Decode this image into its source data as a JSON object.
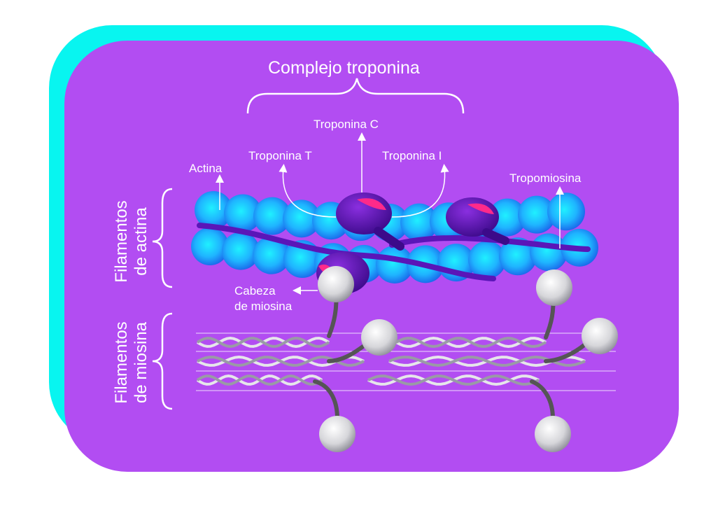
{
  "title": "Complejo troponina",
  "labels": {
    "troponina_c": "Troponina C",
    "troponina_t": "Troponina T",
    "troponina_i": "Troponina I",
    "actina": "Actina",
    "tropomiosina": "Tropomiosina",
    "cabeza_line1": "Cabeza",
    "cabeza_line2": "de miosina"
  },
  "side_labels": {
    "actin_line1": "Filamentos",
    "actin_line2": "de actina",
    "myosin_line1": "Filamentos",
    "myosin_line2": "de miosina"
  },
  "colors": {
    "panel": "#b24df2",
    "panel_shadow": "#08f5f0",
    "actin_bead": "#1fa8ff",
    "actin_bead_center": "#1ff0ff",
    "tropomyosin": "#5a16b8",
    "troponin": "#6a1fc8",
    "troponin_highlight": "#ff2a8a",
    "myosin": "#d8d8dc"
  },
  "icons": {
    "brace_top": "curly-brace",
    "brace_side": "curly-brace",
    "arrow": "arrow-up"
  }
}
